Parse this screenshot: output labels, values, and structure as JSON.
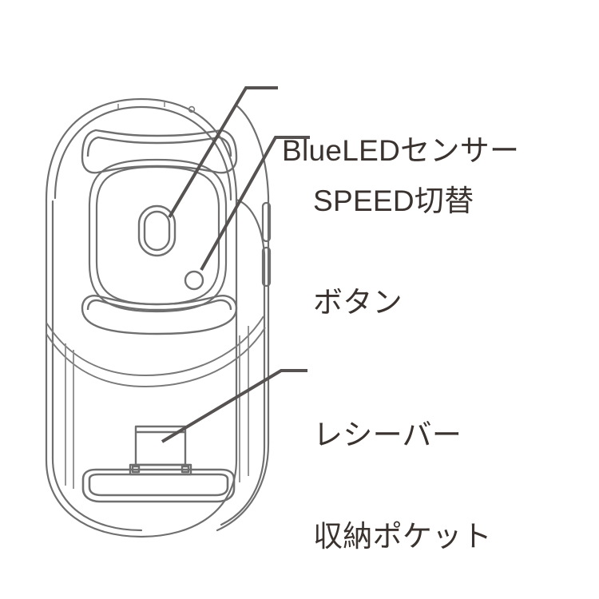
{
  "figure": {
    "subject": "mouse-bottom-view-diagram",
    "background_color": "#ffffff",
    "line_color": "#6b6b6b",
    "line_color_dark": "#595959",
    "text_color": "#3a322e",
    "leader_color": "#565251"
  },
  "callouts": [
    {
      "id": "blueled-sensor",
      "lines": [
        "BlueLEDセンサー"
      ],
      "text": "BlueLEDセンサー",
      "target": "sensor-lens"
    },
    {
      "id": "speed-switch-button",
      "lines": [
        "SPEED切替",
        "ボタン"
      ],
      "line1": "SPEED切替",
      "line2": "ボタン",
      "target": "speed-button"
    },
    {
      "id": "receiver-storage-pocket",
      "lines": [
        "レシーバー",
        "収納ポケット"
      ],
      "line1": "レシーバー",
      "line2": "収納ポケット",
      "target": "receiver-pocket"
    }
  ],
  "parts": {
    "body_outline": "mouse-body-outline",
    "base_plate": "bottom-base-plate",
    "pad_top": "top-glide-pad",
    "pad_bottom": "bottom-glide-pad",
    "pad_base": "base-glide-pad",
    "sensor": "blueled-sensor-lens",
    "speed_button": "speed-switch-button",
    "side_button_upper": "side-button-upper",
    "side_button_lower": "side-button-lower",
    "receiver_pocket": "receiver-storage-pocket",
    "screw_hole": "screw-hole"
  }
}
